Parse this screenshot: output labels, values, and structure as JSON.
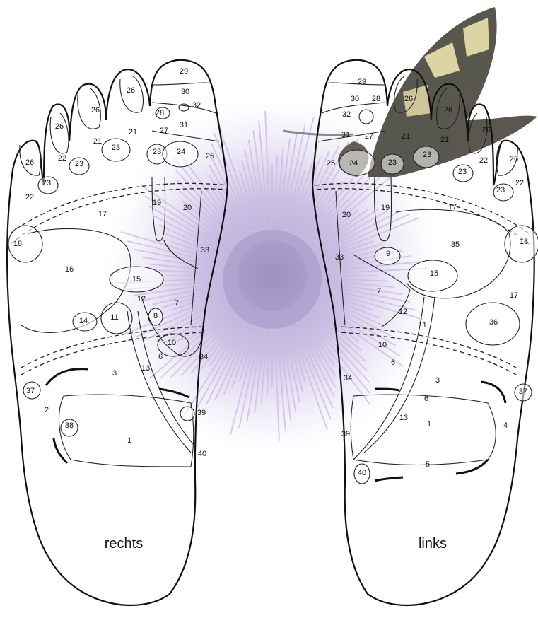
{
  "feet": {
    "right_label": "rechts",
    "left_label": "links"
  },
  "zone_numbers": [
    "1",
    "2",
    "3",
    "4",
    "5",
    "6",
    "7",
    "8",
    "9",
    "10",
    "11",
    "12",
    "13",
    "14",
    "15",
    "16",
    "17",
    "18",
    "19",
    "20",
    "21",
    "22",
    "23",
    "24",
    "25",
    "26",
    "27",
    "28",
    "29",
    "30",
    "31",
    "32",
    "33",
    "34",
    "35",
    "36",
    "37",
    "38",
    "39",
    "40"
  ],
  "colors": {
    "outline": "#111111",
    "flower": "#b9a6d8",
    "butterfly": "#3c3a30",
    "butterfly_spots": "#e8dfa0"
  },
  "background": {
    "center_image": "thistle-flower",
    "top_right_image": "butterfly"
  }
}
